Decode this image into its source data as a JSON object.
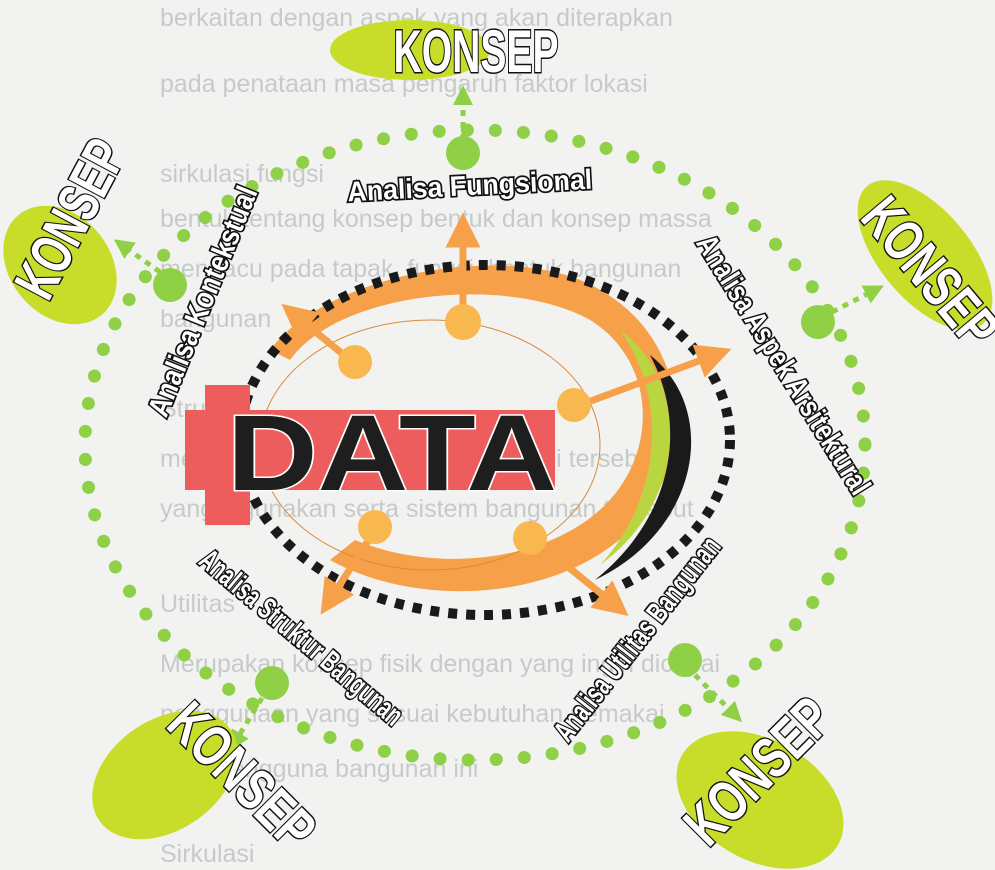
{
  "center_label": "DATA",
  "analyses": {
    "fungsional": "Analisa Fungsional",
    "kontekstual": "Analisa Kontekstual",
    "arsitektural": "Analisa Aspek Arsitektural",
    "struktur": "Analisa Struktur Bangunan",
    "utilitas": "Analisa Utilitas Bangunan"
  },
  "outcomes": {
    "top": "KONSEP",
    "left": "KONSEP",
    "right": "KONSEP",
    "bottom_left": "KONSEP",
    "bottom_right": "KONSEP"
  },
  "background_text": [
    "berkaitan dengan aspek yang akan diterapkan",
    "pada penataan masa pengaruh faktor lokasi",
    "sirkulasi fungsi",
    "bentuk tentang konsep bentuk dan konsep massa",
    "mengacu pada tapak, fungsi, bentuk bangunan",
    "bangunan",
    "Struktur",
    "mendukung bangunan sesuai fungsi tersebut",
    "yang digunakan serta sistem bangunan tersebut",
    "Utilitas",
    "Merupakan konsep fisik dengan yang ingin dicapai",
    "penggunaan yang sesuai kebutuhan pemakai",
    "para pengguna bangunan ini",
    "Sirkulasi"
  ],
  "colors": {
    "dots": "#8fd047",
    "orange": "#f6a04a",
    "marker": "#f9b74f",
    "red_bar": "#ee5d5d",
    "konsep_ellipse": "#c8dc2a",
    "black": "#1a1a1a"
  }
}
